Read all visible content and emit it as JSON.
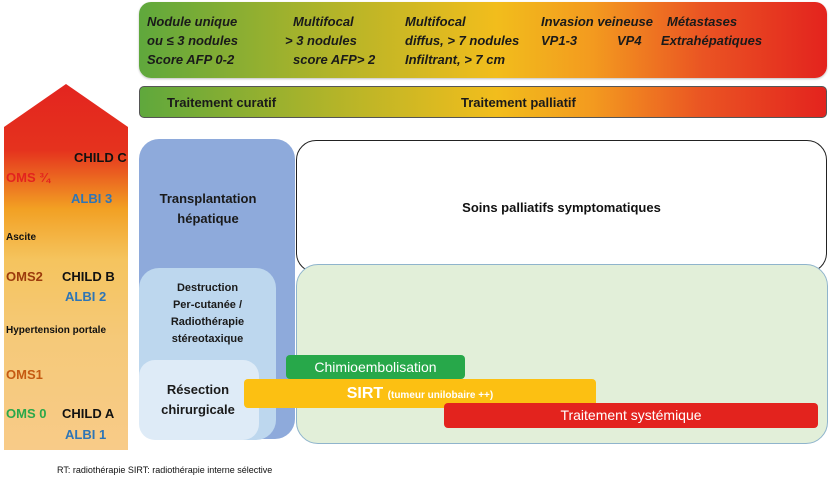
{
  "staging": {
    "columns": [
      {
        "lines": [
          "Nodule unique",
          "ou ≤ 3 nodules",
          "Score AFP 0-2"
        ]
      },
      {
        "lines": [
          "Multifocal",
          "> 3 nodules",
          "score AFP> 2"
        ]
      },
      {
        "lines": [
          "Multifocal",
          "diffus, > 7 nodules",
          "Infiltrant, > 7 cm"
        ]
      },
      {
        "lines": [
          "Invasion veineuse",
          "VP1-3",
          "VP4"
        ]
      },
      {
        "lines": [
          "Métastases",
          "Extrahépatiques"
        ]
      }
    ],
    "gradient_colors": [
      "#5fa83c",
      "#f2bd1c",
      "#e3231e"
    ]
  },
  "treatment_bar": {
    "curative": "Traitement curatif",
    "palliative": "Traitement palliatif"
  },
  "liver_function": {
    "child_c": "CHILD C",
    "oms_34": "OMS ¾",
    "albi_3": "ALBI 3",
    "ascite": "Ascite",
    "oms2": "OMS2",
    "child_b": "CHILD B",
    "albi_2": "ALBI 2",
    "hypertension": "Hypertension portale",
    "oms1": "OMS1",
    "oms0": "OMS 0",
    "child_a": "CHILD A",
    "albi_1": "ALBI 1",
    "colors": {
      "oms_high": "#e3231e",
      "albi": "#2e75b6",
      "oms_mid": "#9c3b0c",
      "oms1": "#c55a11",
      "oms0": "#2aa84a"
    }
  },
  "treatments": {
    "transplant": [
      "Transplantation",
      "hépatique"
    ],
    "destruction": [
      "Destruction",
      "Per-cutanée /",
      "Radiothérapie",
      "stéreotaxique"
    ],
    "resection": [
      "Résection",
      "chirurgicale"
    ],
    "soins": "Soins palliatifs symptomatiques",
    "chimio": "Chimioembolisation",
    "sirt_main": "SIRT",
    "sirt_sub": "(tumeur unilobaire ++)",
    "systemique": "Traitement systémique"
  },
  "footnote": "RT: radiothérapie  SIRT: radiothérapie interne sélective"
}
